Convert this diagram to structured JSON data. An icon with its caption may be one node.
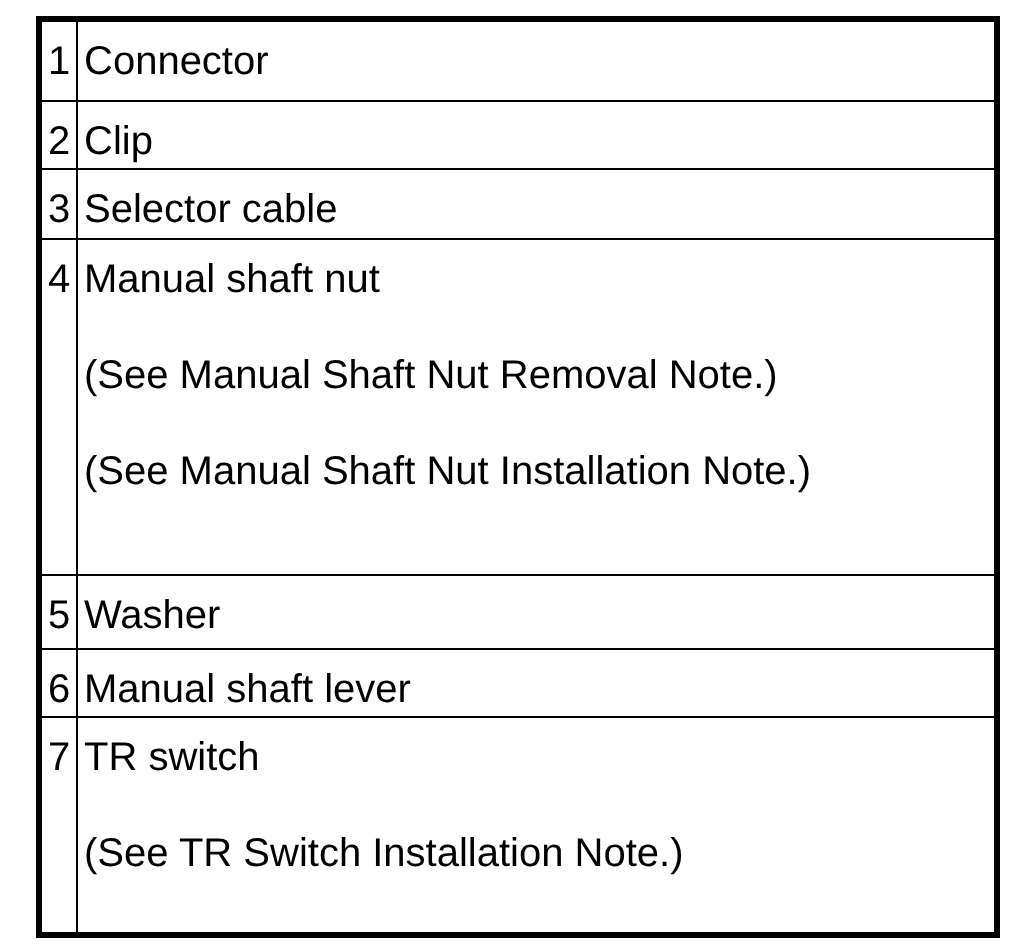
{
  "diagram": {
    "labels": [
      "1",
      "Connector",
      "2",
      "Clip",
      "3",
      "Selector cable",
      "4",
      "Manual shaft nut",
      "(See Manual Shaft Nut Removal Note.)",
      "(See Manual Shaft Nut Installation Note.)",
      "5",
      "Washer",
      "6",
      "Manual shaft lever",
      "7",
      "TR switch",
      "(See TR Switch Installation Note.)"
    ]
  }
}
